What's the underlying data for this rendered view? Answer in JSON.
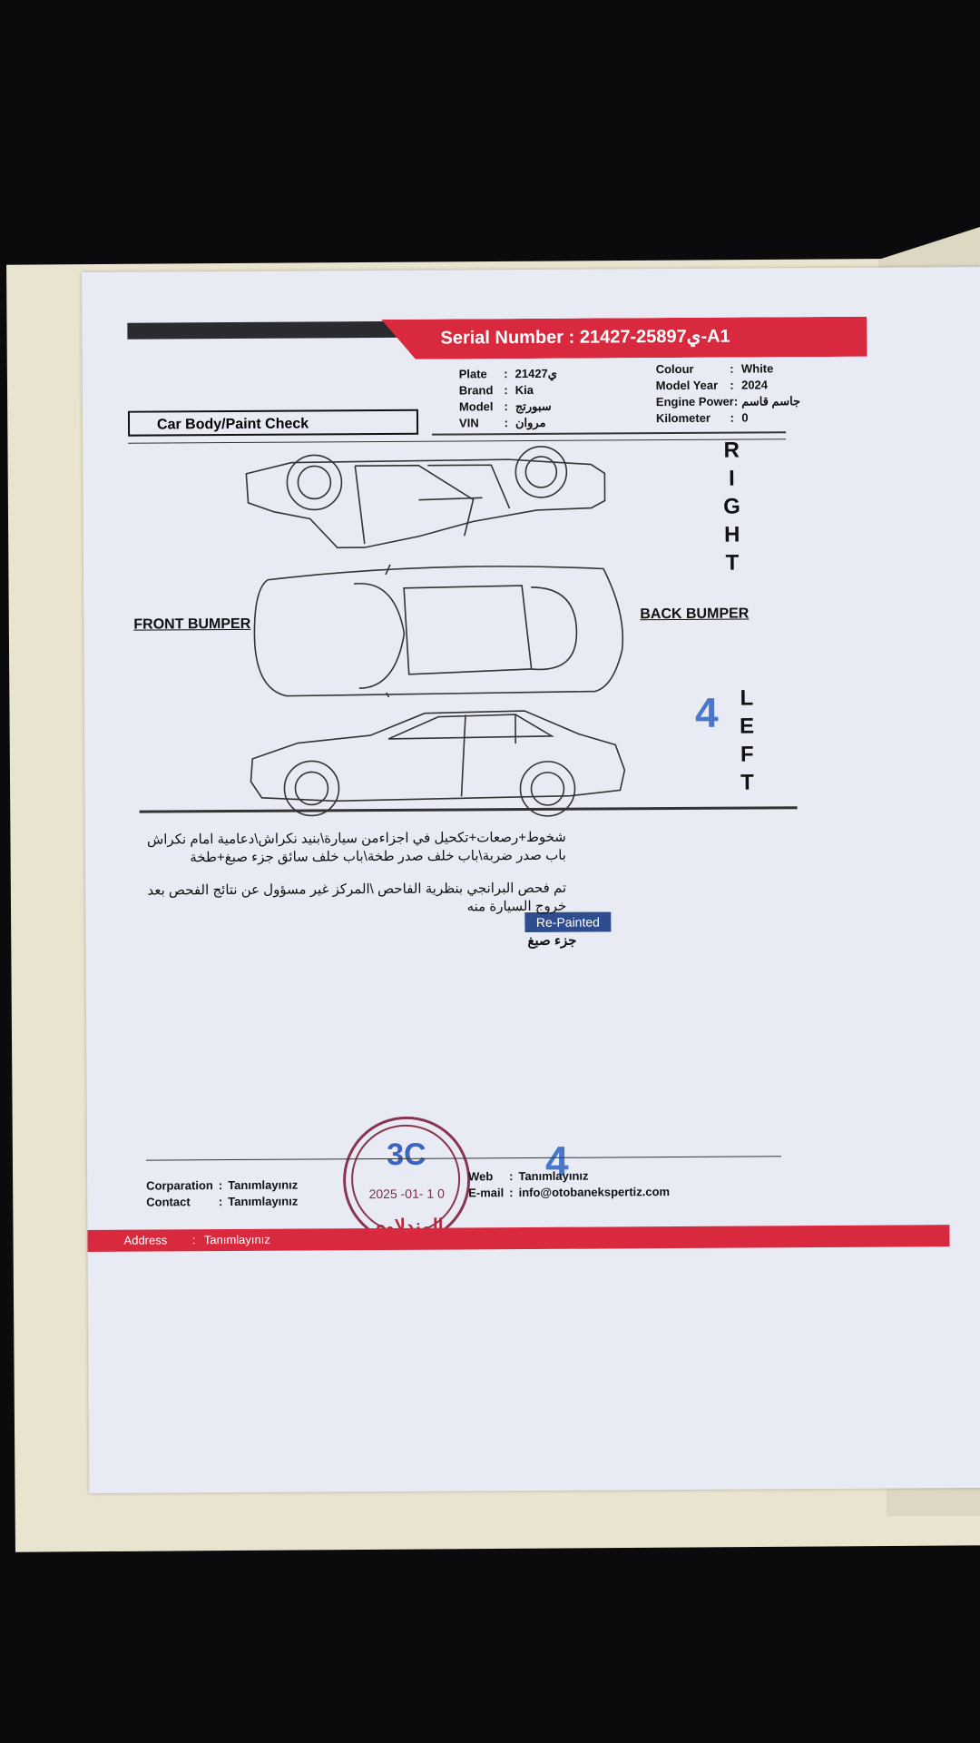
{
  "header": {
    "serial_label": "Serial Number :",
    "serial_value": "ي25897-21427-A1"
  },
  "vehicle_info": {
    "left": [
      {
        "label": "Plate",
        "value": "ي21427"
      },
      {
        "label": "Brand",
        "value": "Kia"
      },
      {
        "label": "Model",
        "value": "سبورتج"
      },
      {
        "label": "VIN",
        "value": "مروان"
      }
    ],
    "right": [
      {
        "label": "Colour",
        "value": "White"
      },
      {
        "label": "Model Year",
        "value": "2024"
      },
      {
        "label": "Engine Power:",
        "value": "جاسم قاسم"
      },
      {
        "label": "Kilometer",
        "value": "0"
      }
    ]
  },
  "section_title": "Car Body/Paint Check",
  "diagram": {
    "right_label": [
      "R",
      "I",
      "G",
      "H",
      "T"
    ],
    "left_label": [
      "L",
      "E",
      "F",
      "T"
    ],
    "front_label": "FRONT BUMPER",
    "back_label": "BACK BUMPER",
    "repaint_tag": "Re-Painted",
    "repaint_tag_ar": "جزء صبغ",
    "handwritten_number": "4"
  },
  "notes": {
    "line1": "شخوط+رصعات+تكحيل في اجزاءمن سيارة\\بنيد نكراش\\دعامية امام نكراش",
    "line2": "باب صدر ضربة\\باب خلف صدر طخة\\باب خلف سائق جزء صبغ+طخة",
    "line3": "تم فحص البرانجي بنظرية الفاحص \\المركز غير مسؤول عن نتائج الفحص بعد خروج السيارة منه"
  },
  "stamp": {
    "code": "3C",
    "date": "2025 -01- 1 0",
    "name": "المندلاوي"
  },
  "handwritten_number_2": "4",
  "footer": {
    "corporation_label": "Corparation",
    "corporation_value": "Tanımlayınız",
    "contact_label": "Contact",
    "contact_value": "Tanımlayınız",
    "web_label": "Web",
    "web_value": "Tanımlayınız",
    "email_label": "E-mail",
    "email_value": "info@otobanekspertiz.com",
    "address_label": "Address",
    "address_value": "Tanımlayınız",
    "colon": ":"
  },
  "colors": {
    "brand_red": "#d9293f",
    "stamp_blue": "#3b64c4",
    "repaint_blue": "#2f4c8f"
  }
}
